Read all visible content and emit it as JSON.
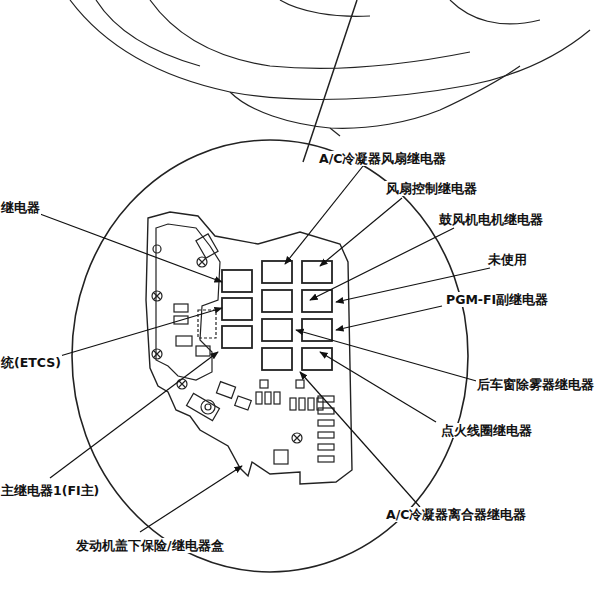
{
  "diagram": {
    "labels": [
      "A/C冷凝器风扇继电器",
      "风扇控制继电器",
      "鼓风机电机继电器",
      "未使用",
      "PGM-FI副继电器",
      "后车窗除雾器继电器",
      "点火线圈继电器",
      "A/C冷凝器离合器继电器",
      "发动机盖下保险/继电器盒",
      "继电器",
      "统(ETCS)",
      "主继电器1(FI主)"
    ]
  }
}
